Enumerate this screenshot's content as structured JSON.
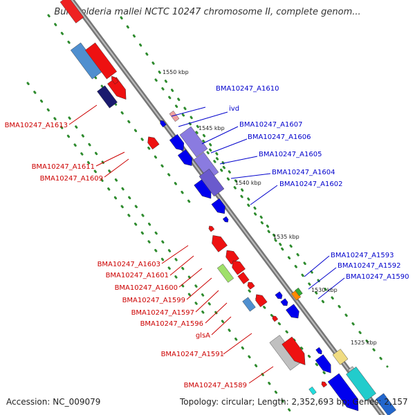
{
  "title": "Burkholderia mallei NCTC 10247 chromosome II, complete genom...",
  "accession": "Accession: NC_009079",
  "summary": "Topology: circular; Length: 2,352,693 bp; Genes: 2,157",
  "colors": {
    "backbone": "#8c8c8c",
    "forward_label": "#0000cc",
    "reverse_label": "#cc0000",
    "tick_dot": "#2e8b2e",
    "red_gene": "#ee0000",
    "blue_gene": "#0000ee"
  },
  "scale_ticks": [
    "1550 kbp",
    "1545 kbp",
    "1540 kbp",
    "1535 kbp",
    "1530 kbp",
    "1525 kbp"
  ],
  "forward_genes": [
    {
      "label": "BMA10247_A1610"
    },
    {
      "label": "ivd"
    },
    {
      "label": "BMA10247_A1607"
    },
    {
      "label": "BMA10247_A1606"
    },
    {
      "label": "BMA10247_A1605"
    },
    {
      "label": "BMA10247_A1604"
    },
    {
      "label": "BMA10247_A1602"
    },
    {
      "label": "BMA10247_A1593"
    },
    {
      "label": "BMA10247_A1592"
    },
    {
      "label": "BMA10247_A1590"
    }
  ],
  "reverse_genes": [
    {
      "label": "BMA10247_A1613"
    },
    {
      "label": "BMA10247_A1611"
    },
    {
      "label": "BMA10247_A1609"
    },
    {
      "label": "BMA10247_A1603"
    },
    {
      "label": "BMA10247_A1601"
    },
    {
      "label": "BMA10247_A1600"
    },
    {
      "label": "BMA10247_A1599"
    },
    {
      "label": "BMA10247_A1597"
    },
    {
      "label": "BMA10247_A1596"
    },
    {
      "label": "glsA"
    },
    {
      "label": "BMA10247_A1591"
    },
    {
      "label": "BMA10247_A1589"
    }
  ]
}
